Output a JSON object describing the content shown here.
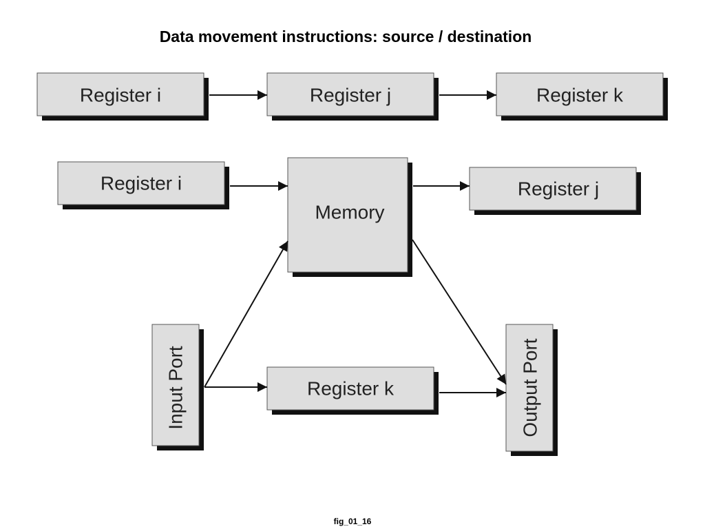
{
  "title": "Data movement instructions:  source / destination",
  "caption": "fig_01_16",
  "nodes": {
    "top_reg_i": "Register i",
    "top_reg_j": "Register j",
    "top_reg_k": "Register k",
    "mid_reg_i": "Register i",
    "memory": "Memory",
    "mid_reg_j": "Register j",
    "input_port": "Input Port",
    "low_reg_k": "Register k",
    "output_port": "Output Port"
  }
}
